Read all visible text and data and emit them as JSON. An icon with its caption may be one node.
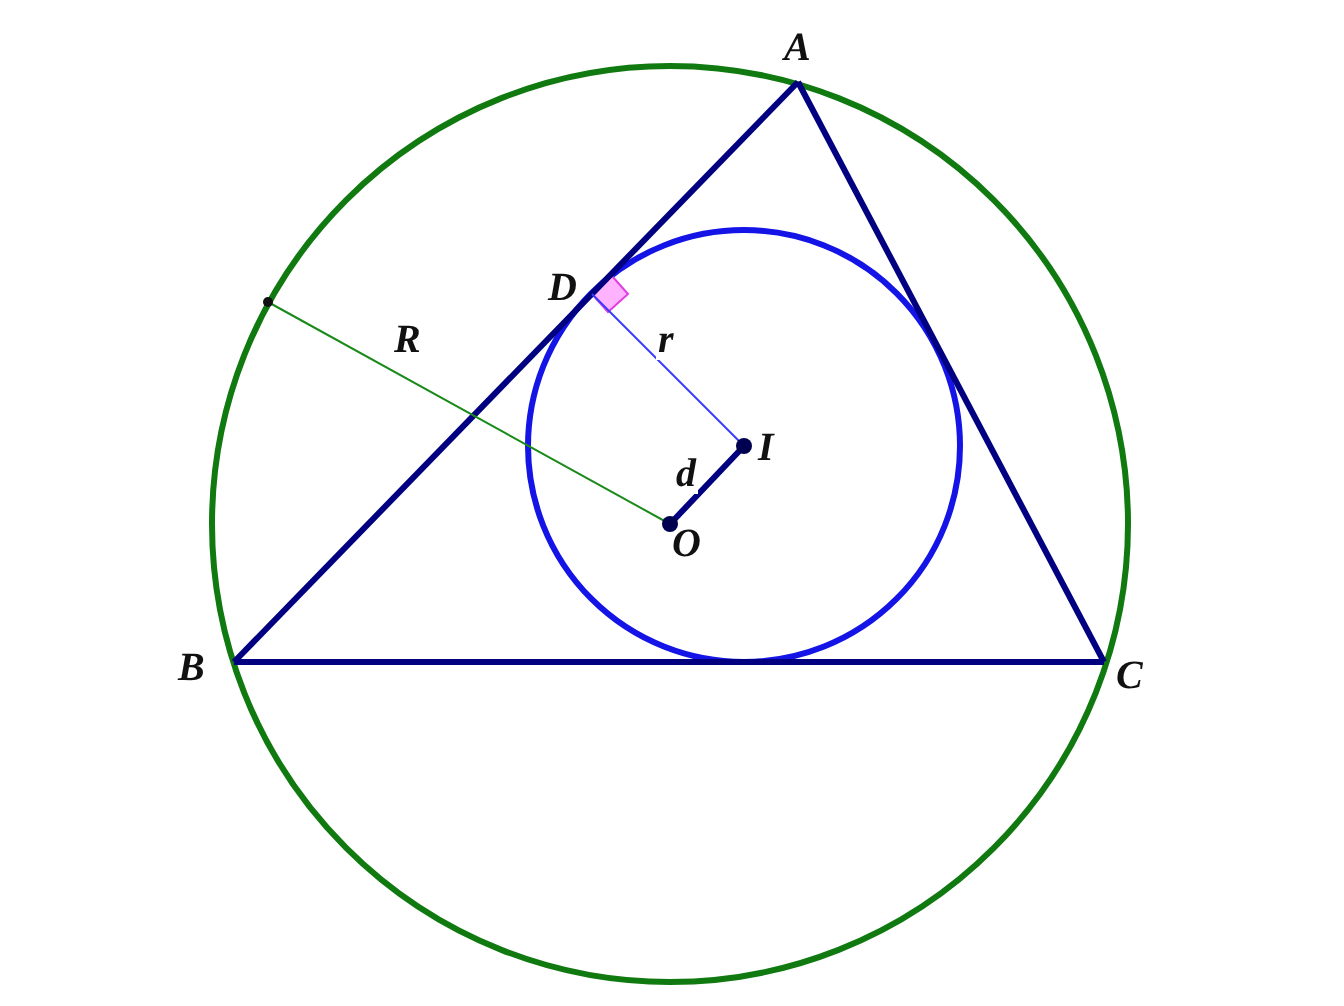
{
  "diagram": {
    "nodes": [
      {
        "text": [
          "A"
        ]
      },
      {
        "text": [
          "B"
        ]
      },
      {
        "text": [
          "C"
        ]
      },
      {
        "text": [
          "D"
        ]
      },
      {
        "text": [
          "I"
        ]
      },
      {
        "text": [
          "O"
        ]
      }
    ],
    "edges": [
      {
        "from": 0,
        "to": 1,
        "arrow": "none"
      },
      {
        "from": 1,
        "to": 2,
        "arrow": "none"
      },
      {
        "from": 2,
        "to": 0,
        "arrow": "none"
      },
      {
        "from": 4,
        "to": 3,
        "arrow": "none",
        "label": "r",
        "color": "#3b3bff"
      },
      {
        "from": 5,
        "to": 4,
        "arrow": "none",
        "label": "d"
      },
      {
        "from": 5,
        "to": null,
        "arrow": "none",
        "label": "R",
        "color": "#1a8a1a"
      }
    ]
  }
}
